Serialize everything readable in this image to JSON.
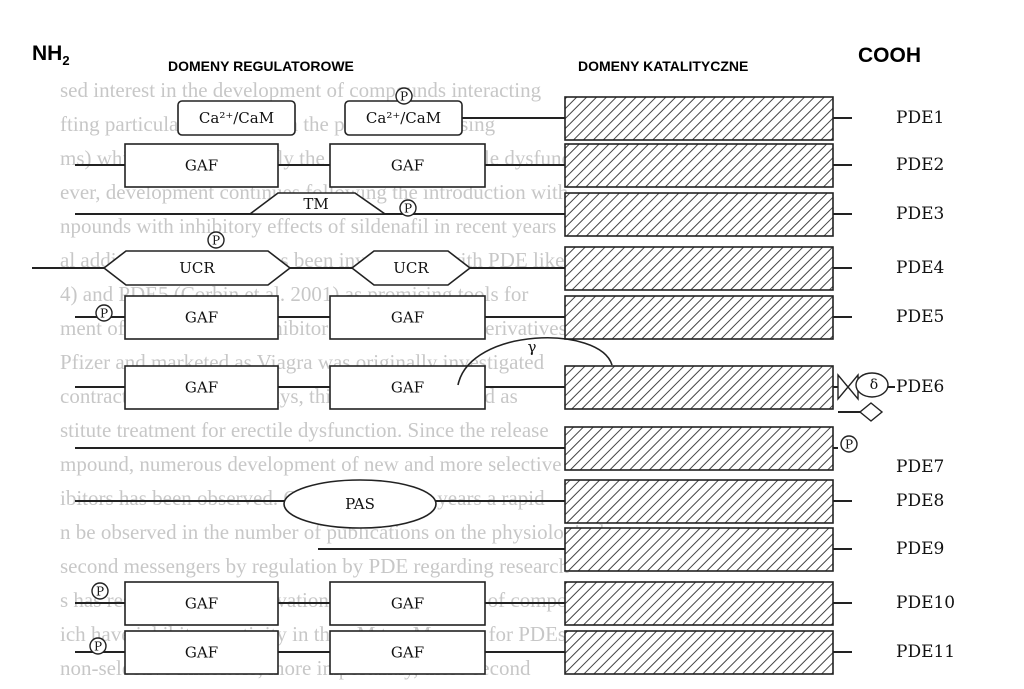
{
  "header": {
    "nh2": "NH",
    "nh2_sub": "2",
    "regulatory": "DOMENY REGULATOROWE",
    "catalytic": "DOMENY KATALITYCZNE",
    "cooh": "COOH"
  },
  "rows": [
    {
      "label": "PDE1",
      "domains": [
        "Ca²⁺/CaM",
        "Ca²⁺/CaM"
      ]
    },
    {
      "label": "PDE2",
      "domains": [
        "GAF",
        "GAF"
      ]
    },
    {
      "label": "PDE3",
      "domains": [
        "TM"
      ]
    },
    {
      "label": "PDE4",
      "domains": [
        "UCR",
        "UCR"
      ]
    },
    {
      "label": "PDE5",
      "domains": [
        "GAF",
        "GAF"
      ]
    },
    {
      "label": "PDE6",
      "domains": [
        "GAF",
        "GAF",
        "γ",
        "δ"
      ]
    },
    {
      "label": "PDE7",
      "domains": []
    },
    {
      "label": "PDE8",
      "domains": [
        "PAS"
      ]
    },
    {
      "label": "PDE9",
      "domains": []
    },
    {
      "label": "PDE10",
      "domains": [
        "GAF",
        "GAF"
      ]
    },
    {
      "label": "PDE11",
      "domains": [
        "GAF",
        "GAF"
      ]
    }
  ],
  "symbols": {
    "phospho": "P"
  },
  "background_text": [
    "sed interest in the development of compounds interacting",
    "fting particular inhibitors, in the possibility of using",
    "ms) which relatively slowly the treatment of erectile dysfunct",
    "ever, development continues following the introduction with",
    "npounds with inhibitory effects of sildenafil in recent years",
    "al addition of sildenafil has been investigated with PDE like",
    "4) and PDE5 (Corbin et al. 2001) as promising tools for",
    "ment of specific PDE5 inhibitor sildenafil citrate derivatives",
    "Pfizer and marketed as Viagra was originally investigated",
    "contractile agent. Nowadays, this drug is prescribed as",
    "stitute treatment for erectile dysfunction. Since the release",
    "mpound, numerous development of new and more selective",
    "ibitors has been observed. Over the past few years a rapid",
    "n be observed in the number of publications on the physiological",
    "second messengers by regulation by PDE regarding research",
    "s has resulted in the observation of a large number of compounds",
    "ich have inhibitory activity in the µM to nM range for PDEs",
    "non-selective inhibitors, more importantly, these second"
  ]
}
